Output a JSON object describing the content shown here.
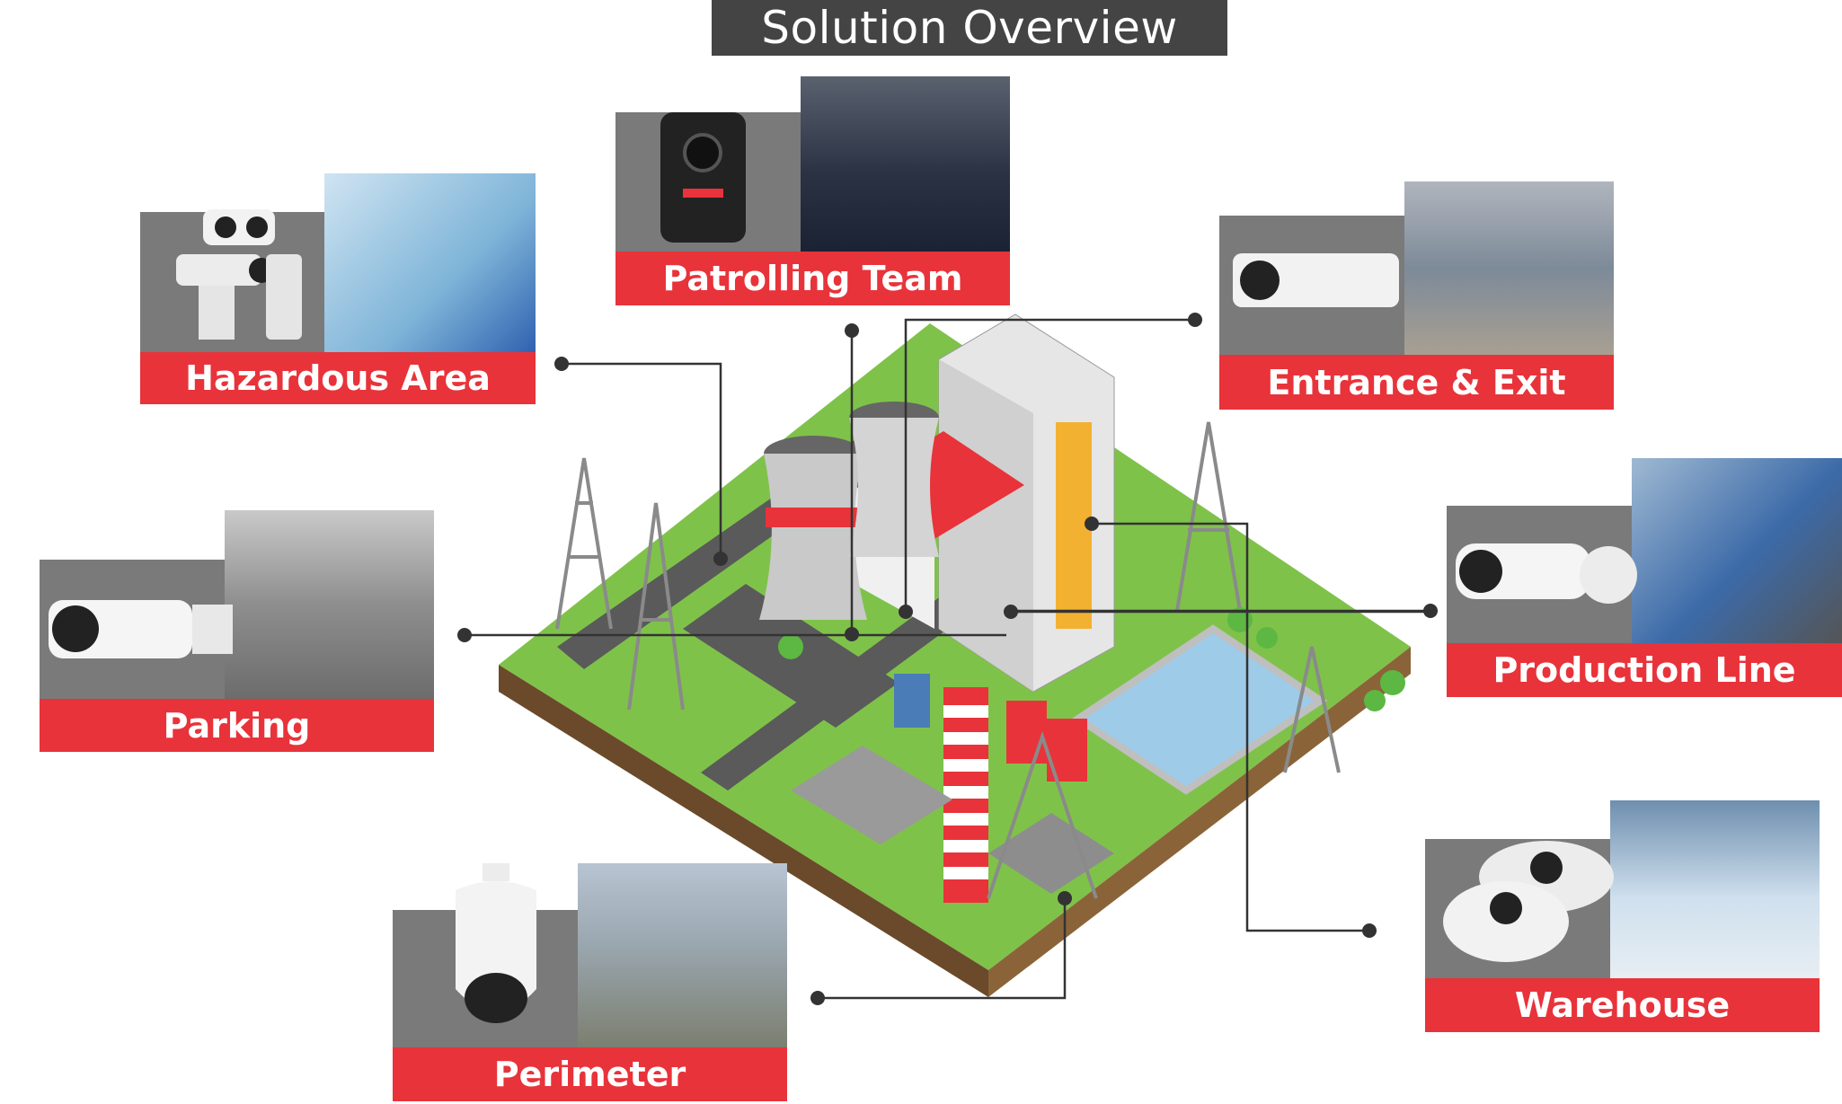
{
  "title": "Solution Overview",
  "areas": {
    "hazardous": "Hazardous Area",
    "patrolling": "Patrolling Team",
    "entrance": "Entrance & Exit",
    "parking": "Parking",
    "production": "Production Line",
    "perimeter": "Perimeter",
    "warehouse": "Warehouse"
  },
  "colors": {
    "label_red": "#e8333a",
    "card_grey": "#7a7a7a",
    "title_bg": "#444444",
    "connector": "#333333"
  }
}
